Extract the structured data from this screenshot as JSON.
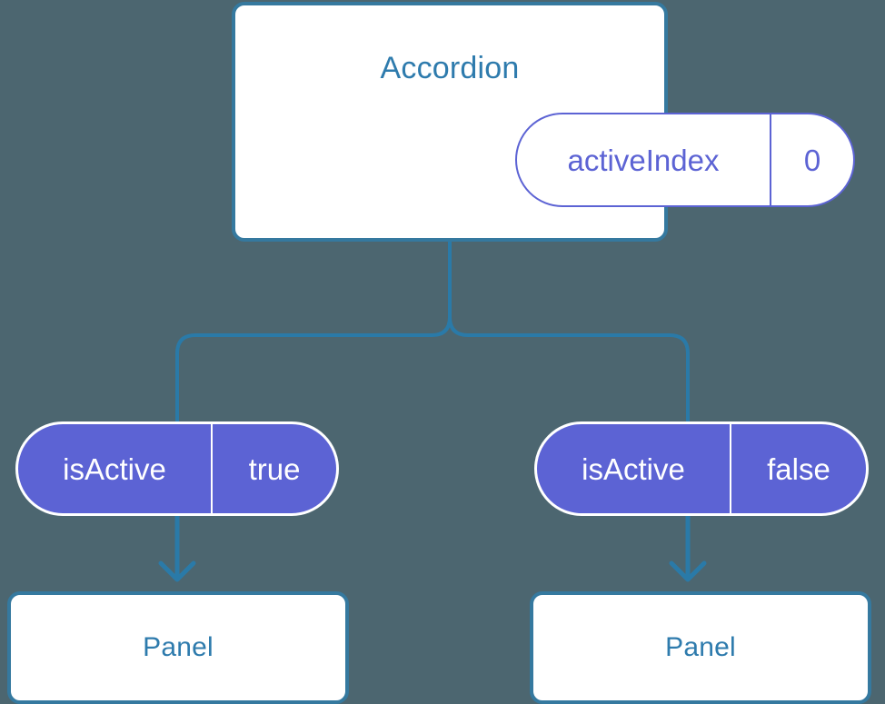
{
  "diagram": {
    "type": "component-state-tree",
    "background_color": "#4c6670",
    "accent_border_color": "#35799f",
    "accent_text_color": "#2e7bad",
    "prop_color": "#5c63d4",
    "connector_color": "#2a7aa8",
    "root": {
      "title": "Accordion",
      "state_pill": {
        "key": "activeIndex",
        "value": "0",
        "style": "outlined"
      }
    },
    "branches": [
      {
        "pill": {
          "key": "isActive",
          "value": "true",
          "style": "filled"
        },
        "child": {
          "title": "Panel"
        }
      },
      {
        "pill": {
          "key": "isActive",
          "value": "false",
          "style": "filled"
        },
        "child": {
          "title": "Panel"
        }
      }
    ]
  }
}
